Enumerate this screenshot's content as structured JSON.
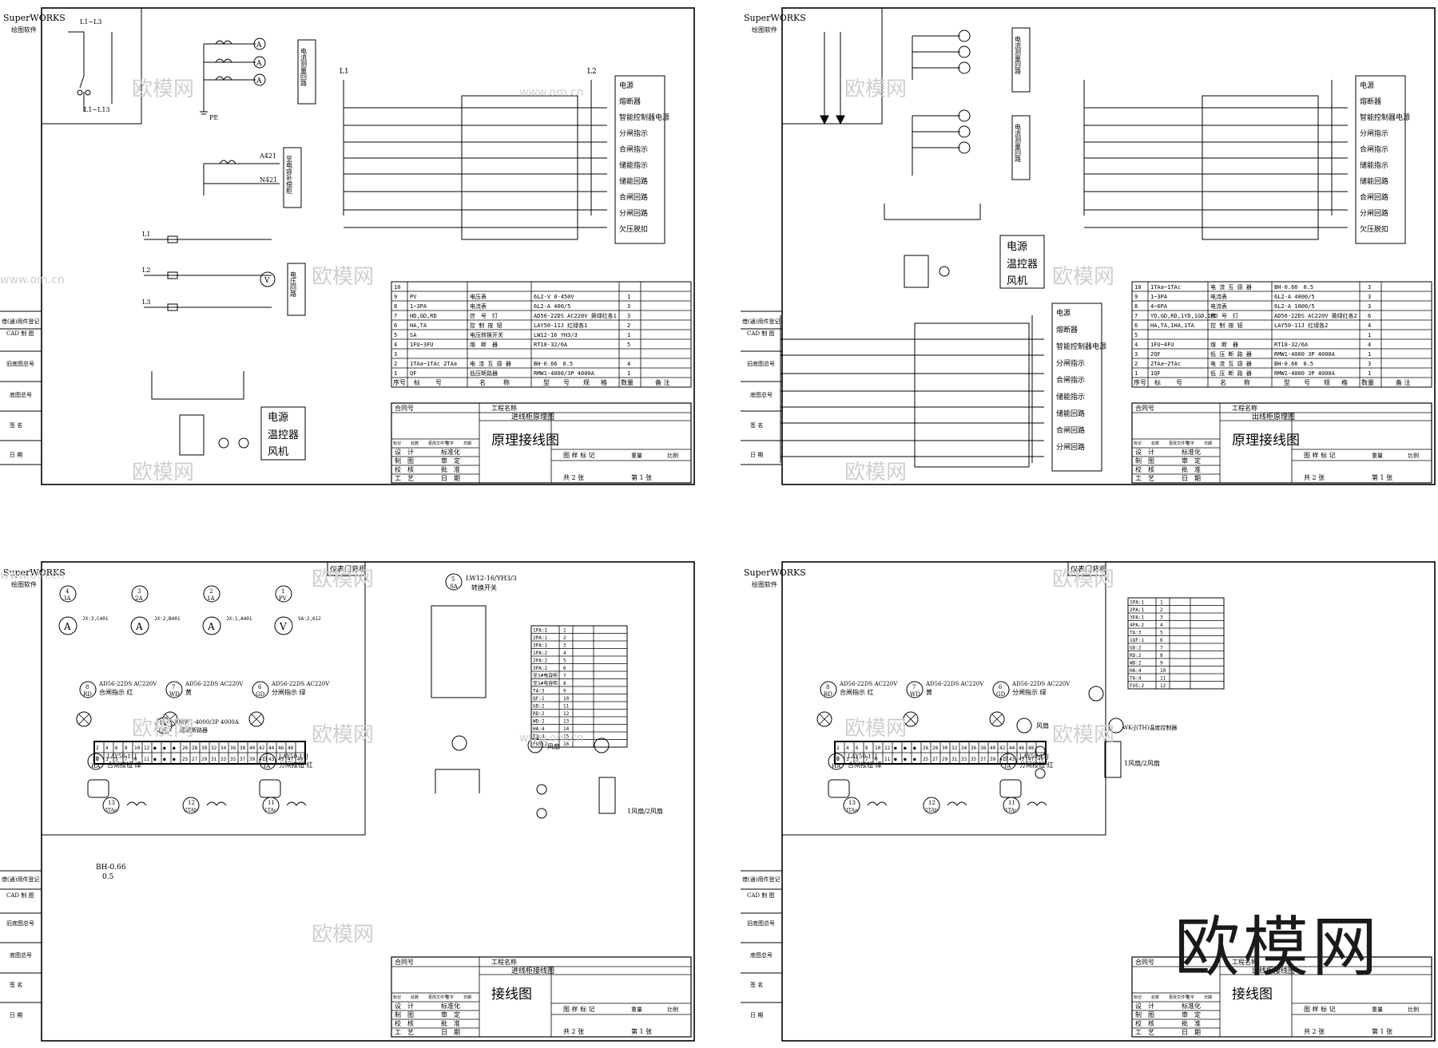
{
  "brand": {
    "line1": "SuperWORKS",
    "line2": "绘图软件"
  },
  "watermark": {
    "text": "欧模网",
    "url": "www.om.cn"
  },
  "big_watermark": "欧模网",
  "side_labels": [
    "借(通)用件登记",
    "CAD 制 图",
    "旧底图总号",
    "底图总号",
    "签 名",
    "日 期"
  ],
  "common_labels": {
    "current_circuit": "电流测量回路",
    "voltage_circuit": "电压回路",
    "to_cap_cabinet": "至电容补偿柜",
    "power": "电源",
    "temp_ctrl": "温控器",
    "fan": "风机",
    "pe": "PE",
    "instrument_back": "仪表门背视",
    "fan_label": "风扇",
    "fan_sel": "1风扇/2风扇"
  },
  "breaker_side": [
    "电源",
    "熔断器",
    "智能控制器电源",
    "分闸指示",
    "合闸指示",
    "储能指示",
    "储能回路",
    "合闸回路",
    "分闸回路",
    "欠压脱扣"
  ],
  "sheet1": {
    "title_block": {
      "contract": "合同号",
      "project": "工程名称",
      "sub": "进线柜原理图",
      "main": "原理接线图",
      "mark": "图 样 标 记",
      "weight": "重量",
      "scale": "比例",
      "total": "共 2 张",
      "page": "第 1 张"
    },
    "bom_header": [
      "序号",
      "标",
      "号",
      "名",
      "称",
      "型",
      "号",
      "规",
      "格",
      "数量",
      "备 注"
    ],
    "bom": [
      [
        "10",
        "",
        "",
        "",
        ""
      ],
      [
        "9",
        "PV",
        "电压表",
        "6L2-V 0-450V",
        "1"
      ],
      [
        "8",
        "1~3PA",
        "电流表",
        "6L2-A 400/5",
        "3"
      ],
      [
        "7",
        "HD,GD,RD",
        "信　号　灯",
        "AD56-22DS AC220V 黄绿红各1",
        "3"
      ],
      [
        "6",
        "HA,TA",
        "控 制 按 钮",
        "LAY50-11J 红绿各1",
        "2"
      ],
      [
        "5",
        "SA",
        "电压转换开关",
        "LW12-16 YH3/3",
        "1"
      ],
      [
        "4",
        "1FU~3FU",
        "熔　断　器",
        "RT18-32/6A",
        "5"
      ],
      [
        "3",
        "",
        "",
        "",
        ""
      ],
      [
        "2",
        "1TAa~1TAc 2TAa",
        "电 流 互 感 器",
        "BH-0.66　0.5",
        "4"
      ],
      [
        "1",
        "QF",
        "低压断路器",
        "RMW1-4000/3P 4000A",
        "1"
      ]
    ]
  },
  "sheet2": {
    "title_block": {
      "contract": "合同号",
      "project": "工程名称",
      "sub": "出线柜原理图",
      "main": "原理接线图",
      "mark": "图 样 标 记",
      "weight": "重量",
      "scale": "比例",
      "total": "共 2 张",
      "page": "第 1 张"
    },
    "bom_header": [
      "序号",
      "标",
      "号",
      "名",
      "称",
      "型",
      "号",
      "规",
      "格",
      "数量",
      "备 注"
    ],
    "bom": [
      [
        "10",
        "1TAa~1TAc",
        "电 流 互 感 器",
        "BH-0.66　0.5",
        "3"
      ],
      [
        "9",
        "1~3PA",
        "电流表",
        "6L2-A 4000/5",
        "3"
      ],
      [
        "8",
        "4~6PA",
        "电流表",
        "6L2-A 1000/5",
        "3"
      ],
      [
        "7",
        "YD,GD,RD,1YD,1GD,1RD",
        "信　号　灯",
        "AD56-22DS AC220V 黄绿红各2",
        "6"
      ],
      [
        "6",
        "HA,TA,1HA,1TA",
        "控 制 按 钮",
        "LAY50-11J 红绿各2",
        "4"
      ],
      [
        "5",
        "",
        "",
        "",
        "1"
      ],
      [
        "4",
        "1FU~4FU",
        "熔　断　器",
        "RT18-32/6A",
        "4"
      ],
      [
        "3",
        "2QF",
        "低 压 断 路 器",
        "RMW1-4000 3P 4000A",
        "1"
      ],
      [
        "2",
        "2TAa~2TAc",
        "电 流 互 感 器",
        "BH-0.66　0.5",
        "3"
      ],
      [
        "1",
        "1QF",
        "低 压 断 路 器",
        "RMW1-4000 3P 4000A",
        "1"
      ]
    ]
  },
  "sheet3": {
    "title_block": {
      "contract": "合同号",
      "project": "工程名称",
      "sub": "进线柜接线图",
      "main": "接线图",
      "mark": "图 样 标 记",
      "weight": "重量",
      "scale": "比例",
      "total": "共 2 张",
      "page": "第 1 张"
    },
    "meters": [
      {
        "num": "4",
        "tag": "3A",
        "term": "JX:3,C401"
      },
      {
        "num": "3",
        "tag": "2A",
        "term": "JX:2,B401"
      },
      {
        "num": "2",
        "tag": "1A",
        "term": "JX:1,A401"
      },
      {
        "num": "1",
        "tag": "PV",
        "term": "SA:2,612"
      }
    ],
    "lamps": [
      {
        "num": "8",
        "tag": "RD",
        "spec": "AD56-22DS AC220V",
        "desc": "合闸指示 红"
      },
      {
        "num": "7",
        "tag": "WD",
        "spec": "AD56-22DS AC220V",
        "desc": "黄"
      },
      {
        "num": "6",
        "tag": "GD",
        "spec": "AD56-22DS AC220V",
        "desc": "分闸指示 绿"
      }
    ],
    "buttons": [
      {
        "num": "10",
        "tag": "HA",
        "spec": "LAY50-11J",
        "desc": "合闸按钮 绿"
      },
      {
        "num": "9",
        "tag": "TA",
        "spec": "LAY50-11J",
        "desc": "分闸按钮 红"
      }
    ],
    "switch": {
      "num": "5",
      "tag": "SA",
      "spec": "LW12-16/YH3/3",
      "desc": "转换开关"
    },
    "breaker": {
      "num": "11",
      "tag": "QF",
      "spec": "RMW1-4000/3P 4000A",
      "desc": "框架断路器"
    },
    "terminal_top": [
      "2",
      "4",
      "6",
      "8",
      "10",
      "12",
      "●",
      "●",
      "●",
      "26",
      "28",
      "30",
      "32",
      "34",
      "36",
      "38",
      "40",
      "42",
      "44",
      "46",
      "48"
    ],
    "terminal_bottom": [
      "1",
      "3",
      "5",
      "7",
      "9",
      "11",
      "●",
      "●",
      "●",
      "25",
      "27",
      "29",
      "31",
      "33",
      "35",
      "37",
      "39",
      "41",
      "43",
      "45",
      "47",
      "49"
    ],
    "jx_rows": [
      "1PA:1",
      "2PA:1",
      "3PA:1",
      "1PA:2",
      "2PA:2",
      "3PA:2",
      "至1#电容柜",
      "至1#电容柜",
      "TA:3",
      "QF:1",
      "GD:2",
      "RD:2",
      "WD:2",
      "HA:4",
      "TA:4",
      "FU5:2"
    ],
    "ct_rows": [
      {
        "num": "13",
        "tag": "3TAa"
      },
      {
        "num": "12",
        "tag": "2TAb"
      },
      {
        "num": "11",
        "tag": "1TAc"
      }
    ],
    "ct_note": "BH-0.66",
    "ct_note2": "0.5"
  },
  "sheet4": {
    "title_block": {
      "contract": "合同号",
      "project": "工程名称",
      "sub": "出线柜接线图",
      "main": "接线图",
      "mark": "图 样 标 记",
      "weight": "重量",
      "scale": "比例",
      "total": "共 2 张",
      "page": "第 1 张"
    },
    "jx_rows": [
      "1PA:1",
      "2PA:1",
      "3PA:1",
      "4PA:2",
      "TA:3",
      "1QF:1",
      "GD:2",
      "RD:2",
      "WD:2",
      "HA:4",
      "TA:4",
      "FU5:2"
    ],
    "fan_ctrl": "WK-J(TH)温度控制器"
  },
  "tb_rows": [
    "设　计",
    "制　图",
    "校　核",
    "工　艺"
  ],
  "tb_rows2": [
    "标准化",
    "审　定",
    "批　准",
    "日　期"
  ],
  "tb_head": [
    "标记",
    "处数",
    "更改文件号",
    "签字",
    "日期"
  ]
}
